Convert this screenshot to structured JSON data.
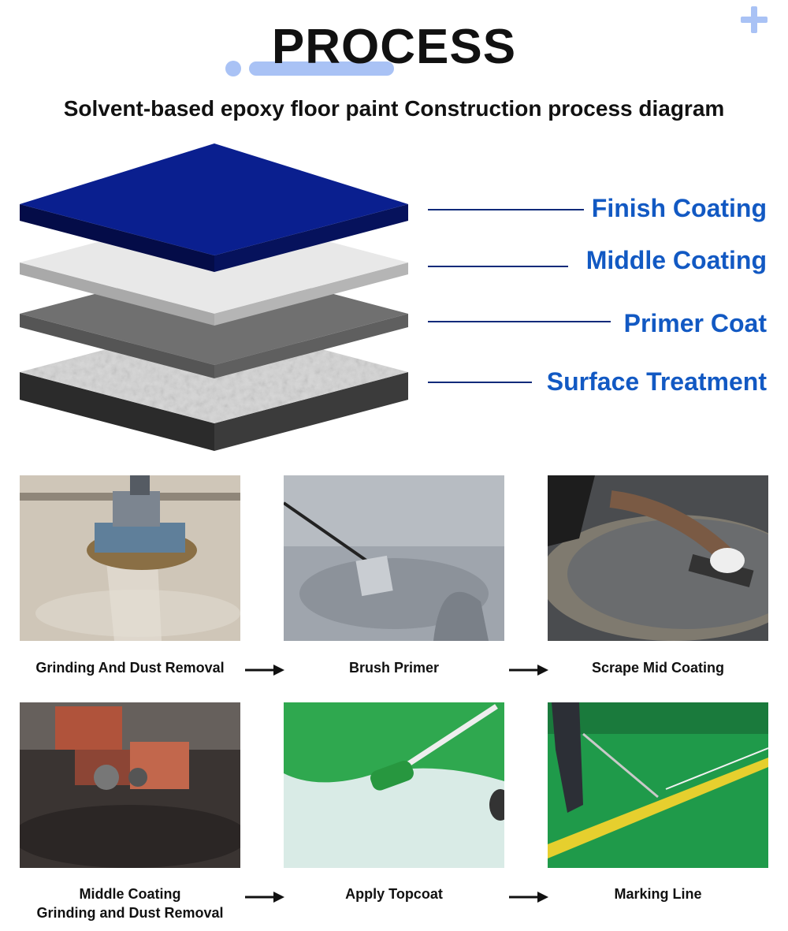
{
  "header": {
    "title": "PROCESS",
    "subtitle": "Solvent-based epoxy floor paint Construction process diagram"
  },
  "layers": [
    {
      "label": "Finish Coating",
      "color": "#0a1f8f"
    },
    {
      "label": "Middle Coating",
      "color": "#e6e6e6"
    },
    {
      "label": "Primer Coat",
      "color": "#6f6f6f"
    },
    {
      "label": "Surface Treatment",
      "color": "#d9d9d9"
    }
  ],
  "colors": {
    "accent": "#1259c3",
    "decoration": "#a9c2f5",
    "leader_line": "#0c2a7a"
  },
  "steps": [
    {
      "caption_1": "Grinding And Dust Removal",
      "caption_2": ""
    },
    {
      "caption_1": "Brush Primer",
      "caption_2": ""
    },
    {
      "caption_1": "Scrape Mid Coating",
      "caption_2": ""
    },
    {
      "caption_1": "Middle Coating",
      "caption_2": "Grinding and Dust Removal"
    },
    {
      "caption_1": "Apply Topcoat",
      "caption_2": ""
    },
    {
      "caption_1": "Marking Line",
      "caption_2": ""
    }
  ],
  "icons": {
    "corner": "plus-icon",
    "flow": "arrow-right-icon"
  }
}
